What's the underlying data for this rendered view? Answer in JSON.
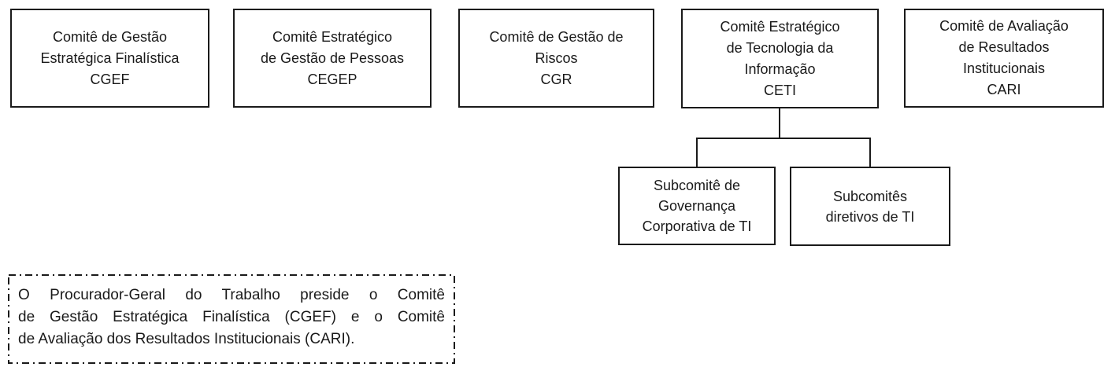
{
  "colors": {
    "border": "#1a1a1a",
    "text": "#1a1a1a",
    "background": "#ffffff"
  },
  "committees": [
    {
      "id": "cgef",
      "label": "Comitê de Gestão\nEstratégica Finalística\nCGEF"
    },
    {
      "id": "cegep",
      "label": "Comitê Estratégico\nde Gestão de Pessoas\nCEGEP"
    },
    {
      "id": "cgr",
      "label": "Comitê de Gestão de\nRiscos\nCGR"
    },
    {
      "id": "ceti",
      "label": "Comitê Estratégico\nde Tecnologia da\nInformação\nCETI"
    },
    {
      "id": "cari",
      "label": "Comitê de Avaliação\nde Resultados\nInstitucionais\nCARI"
    }
  ],
  "subcommittees": [
    {
      "id": "sub-governanca",
      "label": "Subcomitê de\nGovernança\nCorporativa de TI"
    },
    {
      "id": "sub-diretivos",
      "label": "Subcomitês\ndiretivos de TI"
    }
  ],
  "note": {
    "lines": [
      "O Procurador-Geral do Trabalho preside o Comitê",
      "de Gestão Estratégica Finalística (CGEF) e o Comitê",
      "de Avaliação dos Resultados Institucionais (CARI)."
    ]
  }
}
